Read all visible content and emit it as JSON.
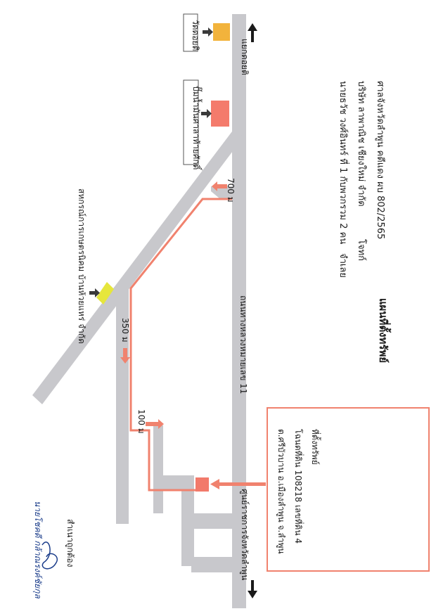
{
  "header": {
    "title": "แผนที่ตั้งทรัพย์",
    "court": "ศาลจังหวัดลำพูน คดีแดง ผบ 802/2565",
    "plaintiff_label": "โจทก์",
    "plaintiff": "บริษัท ลาพาณิช เชียงใหม่ จำกัด",
    "defendant_label": "จำเลย",
    "defendant": "นายธวัช วงศ์อินทร์ ที่ 1 กับพวกรวม 2 คน"
  },
  "roads": {
    "main_road": "ถนนทางหลวงหมายเลข 11",
    "junction_top": "แยกดอยติ",
    "landmark_bottom": "ศูนย์ราชการจังหวัดลำพูน"
  },
  "landmarks": {
    "temple": "วัดดอยติ",
    "gas_station": "ปั๊มน้ำมันศาลาท้ายศักดิ์",
    "coop": "สหกรณ์การเกษตรนิคม บ้านห้วยแหร่ จำกัด"
  },
  "distances": {
    "d700": "700 ม",
    "d350": "350 ม",
    "d100": "100 ม"
  },
  "property": {
    "title": "ที่ตั้งทรัพย์",
    "deed": "โฉนดที่ดิน 108218 เลขที่ดิน 4",
    "address": "ต.ศรีบัวบาน อ.เมืองลำพูน จ.ลำพูน"
  },
  "signature": {
    "title": "สำเนาถูกต้อง",
    "name": "นายโชคดี กล้าณรงค์ชัยกุล"
  },
  "colors": {
    "road": "#c8c8cc",
    "route": "#f0826e",
    "property_box": "#f27a6b",
    "temple_marker": "#f2b33c",
    "gas_marker": "#f47b6c",
    "coop_marker": "#e6e63c",
    "marker_arrow": "#3a3a3a"
  }
}
